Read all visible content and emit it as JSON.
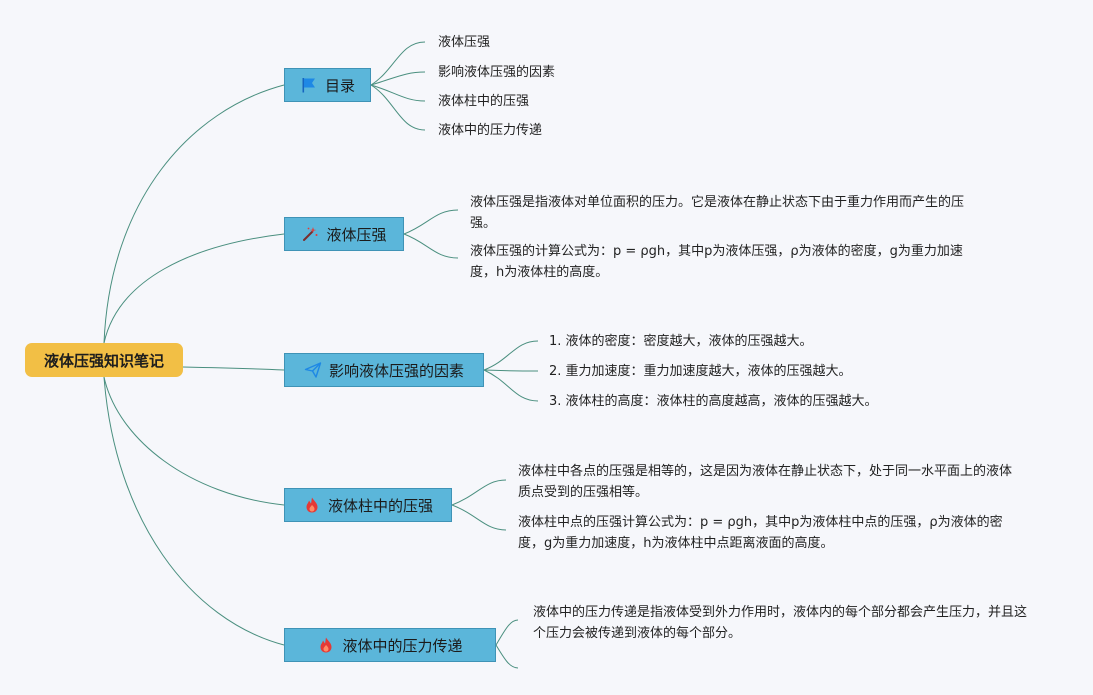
{
  "root": {
    "label": "液体压强知识笔记"
  },
  "topics": [
    {
      "label": "目录",
      "icon": "flag-icon",
      "children": [
        "液体压强",
        "影响液体压强的因素",
        "液体柱中的压强",
        "液体中的压力传递"
      ]
    },
    {
      "label": "液体压强",
      "icon": "sparkle-icon",
      "children": [
        "液体压强是指液体对单位面积的压力。它是液体在静止状态下由于重力作用而产生的压强。",
        "液体压强的计算公式为：p = ρgh，其中p为液体压强，ρ为液体的密度，g为重力加速度，h为液体柱的高度。"
      ]
    },
    {
      "label": "影响液体压强的因素",
      "icon": "paper-plane-icon",
      "children": [
        "1. 液体的密度：密度越大，液体的压强越大。",
        "2. 重力加速度：重力加速度越大，液体的压强越大。",
        "3. 液体柱的高度：液体柱的高度越高，液体的压强越大。"
      ]
    },
    {
      "label": "液体柱中的压强",
      "icon": "fire-icon",
      "children": [
        "液体柱中各点的压强是相等的，这是因为液体在静止状态下，处于同一水平面上的液体质点受到的压强相等。",
        "液体柱中点的压强计算公式为：p = ρgh，其中p为液体柱中点的压强，ρ为液体的密度，g为重力加速度，h为液体柱中点距离液面的高度。"
      ]
    },
    {
      "label": "液体中的压力传递",
      "icon": "fire-icon",
      "children": [
        "液体中的压力传递是指液体受到外力作用时，液体内的每个部分都会产生压力，并且这个压力会被传递到液体的每个部分。"
      ]
    }
  ],
  "colors": {
    "edge": "#4a8f7f",
    "topic_fill": "#5bb6da",
    "root_fill": "#f2bf45",
    "background": "#f6f7fb"
  }
}
